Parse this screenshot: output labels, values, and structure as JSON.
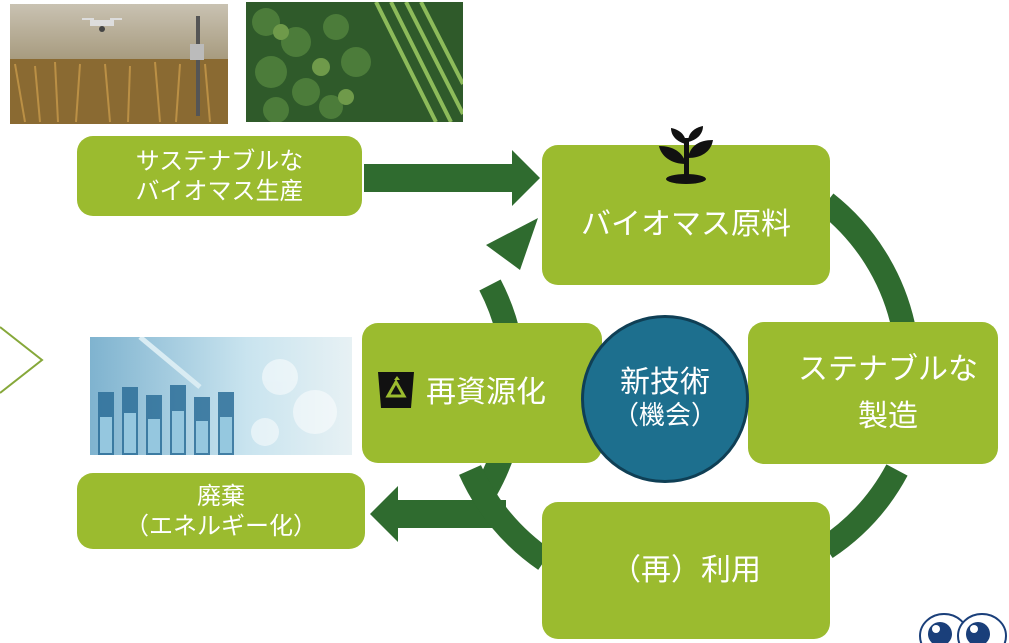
{
  "colors": {
    "box_green": "#9bbb2f",
    "arrow_dark_green": "#2f6b2f",
    "circle_blue": "#1d6f8e",
    "circle_border": "#0f3f55"
  },
  "photos": {
    "rice_drone": "rice-field-with-drone-photo",
    "forest_crops": "forest-and-crop-rows-aerial-photo",
    "lab_tubes": "laboratory-test-tubes-photo"
  },
  "boxes": {
    "sustainable_production": {
      "line1": "サステナブルな",
      "line2": "バイオマス生産"
    },
    "biomass_feedstock": {
      "label": "バイオマス原料"
    },
    "sustainable_manufacturing": {
      "line1": "ステナブルな",
      "line2": "製造"
    },
    "reuse": {
      "label": "（再）利用"
    },
    "recycling": {
      "label": "再資源化"
    },
    "disposal": {
      "line1": "廃棄",
      "line2": "（エネルギー化）"
    }
  },
  "center": {
    "line1": "新技術",
    "line2": "（機会）"
  },
  "icons": {
    "plant": "sprout-icon",
    "recycle_bin": "recycle-bin-icon",
    "nav": "chevron-right-icon",
    "mascot": "cartoon-eyes-icon"
  }
}
